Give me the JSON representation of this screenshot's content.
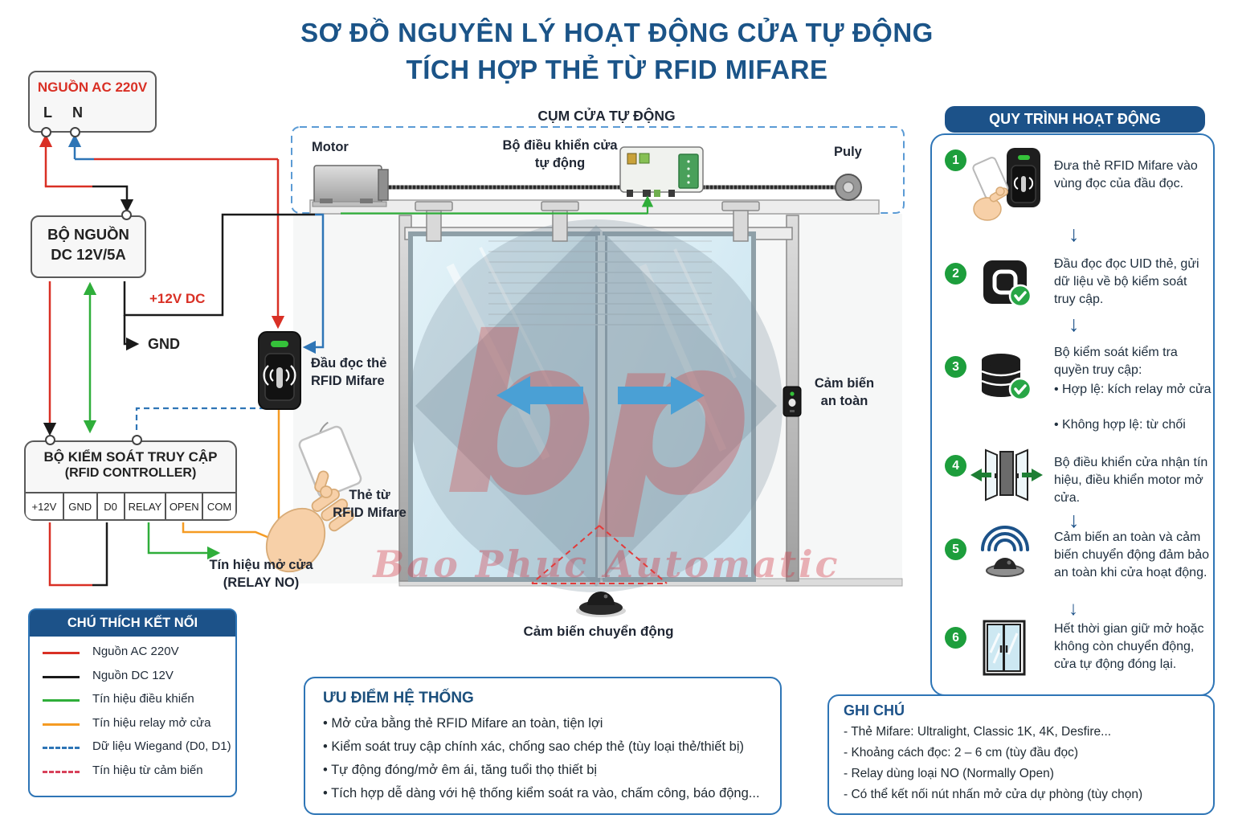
{
  "title": {
    "line1": "SƠ ĐỒ NGUYÊN LÝ HOẠT ĐỘNG CỬA TỰ ĐỘNG",
    "line2": "TÍCH HỢP THẺ TỪ RFID MIFARE"
  },
  "ac_box": {
    "title": "NGUỒN AC 220V",
    "terminal_l": "L",
    "terminal_n": "N"
  },
  "psu_box": {
    "line1": "BỘ NGUỒN",
    "line2": "DC 12V/5A"
  },
  "controller_box": {
    "line1": "BỘ KIỂM SOÁT TRUY CẬP",
    "line2": "(RFID CONTROLLER)",
    "terminals": [
      "+12V",
      "GND",
      "D0",
      "RELAY",
      "OPEN",
      "COM"
    ]
  },
  "wire_labels": {
    "plus12": "+12V DC",
    "gnd": "GND",
    "relay_line1": "Tín hiệu mở cửa",
    "relay_line2": "(RELAY NO)"
  },
  "diagram": {
    "assembly_title": "CỤM CỬA TỰ ĐỘNG",
    "motor": "Motor",
    "door_controller_line1": "Bộ điều khiển cửa",
    "door_controller_line2": "tự động",
    "puly": "Puly",
    "reader_line1": "Đầu đọc thẻ",
    "reader_line2": "RFID Mifare",
    "card_line1": "Thẻ từ",
    "card_line2": "RFID Mifare",
    "safety_sensor_line1": "Cảm biến",
    "safety_sensor_line2": "an toàn",
    "motion_sensor": "Cảm biến chuyển động"
  },
  "legend": {
    "title": "CHÚ THÍCH KẾT NỐI",
    "items": [
      {
        "style": "solid",
        "color": "#d93025",
        "label": "Nguồn AC 220V"
      },
      {
        "style": "solid",
        "color": "#1a1a1a",
        "label": "Nguồn DC 12V"
      },
      {
        "style": "solid",
        "color": "#2fae3a",
        "label": "Tín hiệu điều khiển"
      },
      {
        "style": "solid",
        "color": "#f59b23",
        "label": "Tín hiệu relay mở cửa"
      },
      {
        "style": "dashed",
        "color": "#2e75b6",
        "label": "Dữ liệu Wiegand (D0, D1)"
      },
      {
        "style": "dashed",
        "color": "#d8415a",
        "label": "Tín hiệu từ cảm biến"
      }
    ]
  },
  "process": {
    "title": "QUY TRÌNH HOẠT ĐỘNG",
    "steps": [
      {
        "num": "1",
        "icon": "card-tap-reader-icon",
        "text": "Đưa thẻ RFID Mifare vào vùng đọc của đầu đọc."
      },
      {
        "num": "2",
        "icon": "chip-check-icon",
        "text": "Đầu đọc đọc UID thẻ, gửi dữ liệu về bộ kiểm soát truy cập."
      },
      {
        "num": "3",
        "icon": "database-check-icon",
        "text": "Bộ kiểm soát kiểm tra quyền truy cập:",
        "bullets": [
          "• Hợp lệ: kích relay mở cửa",
          "• Không hợp lệ: từ chối"
        ]
      },
      {
        "num": "4",
        "icon": "door-open-icon",
        "text": "Bộ điều khiển cửa nhận tín hiệu, điều khiển motor mở cửa."
      },
      {
        "num": "5",
        "icon": "motion-sensor-icon",
        "text": "Cảm biến an toàn và cảm biến chuyển động đảm bảo an toàn khi cửa hoạt động."
      },
      {
        "num": "6",
        "icon": "door-closed-icon",
        "text": "Hết thời gian giữ mở hoặc không còn chuyển động, cửa tự động đóng lại."
      }
    ]
  },
  "advantages": {
    "title": "ƯU ĐIỂM HỆ THỐNG",
    "items": [
      "• Mở cửa bằng thẻ RFID Mifare an toàn, tiện lợi",
      "• Kiểm soát truy cập chính xác, chống sao chép thẻ (tùy loại thẻ/thiết bị)",
      "• Tự động đóng/mở êm ái, tăng tuổi thọ thiết bị",
      "• Tích hợp dễ dàng với hệ thống kiểm soát ra vào, chấm công, báo động..."
    ]
  },
  "notes": {
    "title": "GHI CHÚ",
    "items": [
      "- Thẻ Mifare: Ultralight, Classic 1K, 4K, Desfire...",
      "- Khoảng cách đọc: 2 – 6 cm (tùy đầu đọc)",
      "- Relay dùng loại NO (Normally Open)",
      "- Có thể kết nối nút nhấn mở cửa dự phòng (tùy chọn)"
    ]
  },
  "watermark": {
    "logo": "bp",
    "text": "Bao Phuc Automatic"
  },
  "colors": {
    "accent_blue": "#1c5289",
    "panel_border": "#2e75b6",
    "wire_red": "#d93025",
    "wire_black": "#1a1a1a",
    "wire_green": "#2fae3a",
    "wire_orange": "#f59b23",
    "wire_blue_dashed": "#2e75b6",
    "sensor_red_dashed": "#e23b3b",
    "step_circle_green": "#1d9e3c",
    "door_arrow_blue": "#4aa0d5"
  }
}
